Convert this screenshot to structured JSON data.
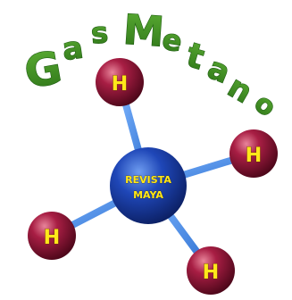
{
  "title_letters": [
    "G",
    "a",
    "s",
    "M",
    "e",
    "t",
    "a",
    "n",
    "o"
  ],
  "center_atom": {
    "line1": "REVISTA",
    "line2": "MAYA"
  },
  "hydrogen_atoms": [
    {
      "label": "H"
    },
    {
      "label": "H"
    },
    {
      "label": "H"
    },
    {
      "label": "H"
    }
  ],
  "colors": {
    "title_green": "#3c8a22",
    "hydrogen_red": "#8a1030",
    "center_blue": "#1c3fae",
    "bond_blue": "#3f86e0",
    "label_yellow": "#ffe81a"
  }
}
